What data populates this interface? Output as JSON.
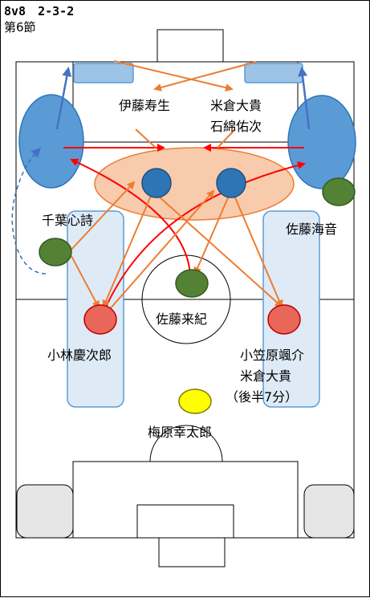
{
  "header": {
    "title": "8v8　2-3-2",
    "subtitle": "第6節"
  },
  "players": {
    "ito": "伊藤寿生",
    "yonekura_top": "米倉大貴",
    "ishiwata": "石綿佑次",
    "chiba": "千葉心詩",
    "sato_kaito": "佐藤海音",
    "sato_raiki": "佐藤来紀",
    "kobayashi": "小林慶次郎",
    "ogasawara": "小笠原颯介",
    "yonekura_sub": "米倉大貴",
    "sub_note": "（後半7分）",
    "umehara": "梅原幸太郎"
  },
  "colors": {
    "opponent": "#2E75B6",
    "opponent_zone": "#5B9BD5",
    "pressing_zone": "#F8CBAD",
    "defender_team": "#548235",
    "attacker_team": "#E8665A",
    "goalkeeper": "#FFFF00",
    "arrow_orange": "#ED7D31",
    "arrow_red": "#FF0000",
    "arrow_blue": "#4472C4",
    "lane_fill": "#DEEBF7"
  }
}
